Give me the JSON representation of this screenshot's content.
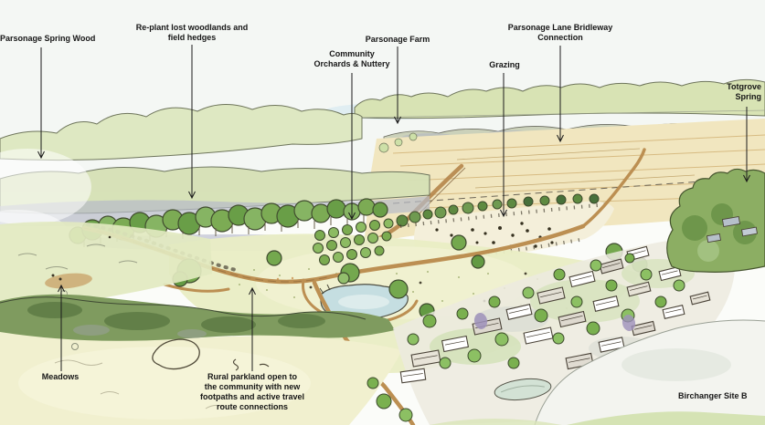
{
  "figure": {
    "kind": "watercolour aerial masterplan sketch",
    "site_label": "Birchanger Site B"
  },
  "annotations": [
    {
      "id": "parsonage-spring-wood",
      "text": "Parsonage Spring Wood"
    },
    {
      "id": "replant-woodlands",
      "text": "Re-plant lost woodlands and\nfield hedges"
    },
    {
      "id": "community-orchards",
      "text": "Community\nOrchards & Nuttery"
    },
    {
      "id": "parsonage-farm",
      "text": "Parsonage Farm"
    },
    {
      "id": "grazing",
      "text": "Grazing"
    },
    {
      "id": "parsonage-lane-bridleway",
      "text": "Parsonage Lane Bridleway\nConnection"
    },
    {
      "id": "totgrove-spring",
      "text": "Totgrove\nSpring"
    },
    {
      "id": "meadows",
      "text": "Meadows"
    },
    {
      "id": "rural-parkland",
      "text": "Rural parkland open to\nthe community with new\nfootpaths and active travel\nroute connections"
    },
    {
      "id": "birchanger-site-b",
      "text": "Birchanger Site B"
    }
  ],
  "scene": {
    "features": [
      "distant wooded ridge",
      "re-planted woodland avenue",
      "arable fields",
      "grazing paddock with livestock",
      "community orchard",
      "pond",
      "winding tan footpaths",
      "meadows",
      "new housing development",
      "attenuation basin"
    ],
    "colors": {
      "sky": "#f4f7f4",
      "distant_hills": "#d8e3b4",
      "woodland_green": "#7cab54",
      "arable_field": "#f1e6bf",
      "meadow": "#e9edc4",
      "path_tan": "#bc8f52",
      "pond_blue": "#c5dee1",
      "foreground_green": "#7f9b5f",
      "cream_field": "#f1f0cf",
      "leader_line": "#1b1b1b",
      "label_text": "#161616"
    }
  }
}
